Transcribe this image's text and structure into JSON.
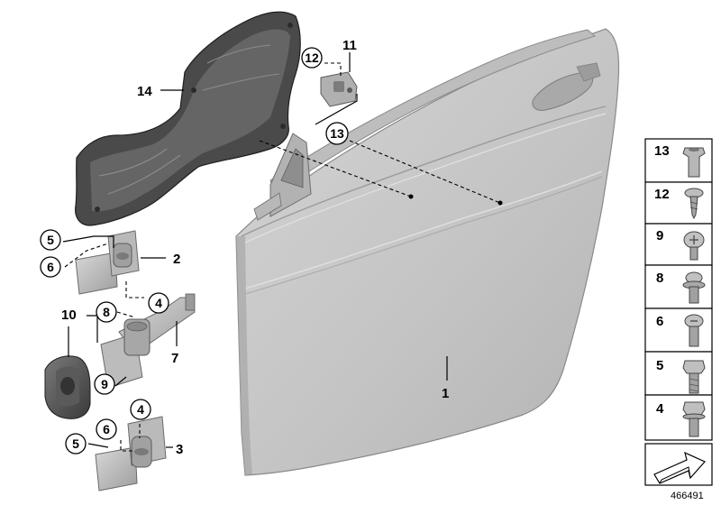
{
  "callouts": {
    "door": "1",
    "hinge_upper": "2",
    "hinge_lower": "3",
    "bolt_4_upper": "4",
    "bolt_4_lower": "4",
    "bolt_5_upper": "5",
    "bolt_5_lower": "5",
    "bolt_6_upper": "6",
    "bolt_6_lower": "6",
    "door_check": "7",
    "screw_8": "8",
    "screw_9": "9",
    "buffer": "10",
    "mirror_plug": "11",
    "screw_12": "12",
    "nut_13": "13",
    "sound_insulation": "14"
  },
  "fastener_panel": {
    "items": [
      {
        "label": "13",
        "icon": "expanding-nut-icon"
      },
      {
        "label": "12",
        "icon": "fillister-screw-icon"
      },
      {
        "label": "9",
        "icon": "torx-screw-icon"
      },
      {
        "label": "8",
        "icon": "collar-screw-icon"
      },
      {
        "label": "6",
        "icon": "pan-head-screw-icon"
      },
      {
        "label": "5",
        "icon": "hex-bolt-icon"
      },
      {
        "label": "4",
        "icon": "hex-flange-bolt-icon"
      }
    ],
    "footer_icon": "arrow-icon"
  },
  "reference_number": "466491",
  "colors": {
    "part_fill": "#c9c9c9",
    "part_dark": "#8c8c8c",
    "part_shadow": "#6e6e6e",
    "line": "#000000"
  }
}
